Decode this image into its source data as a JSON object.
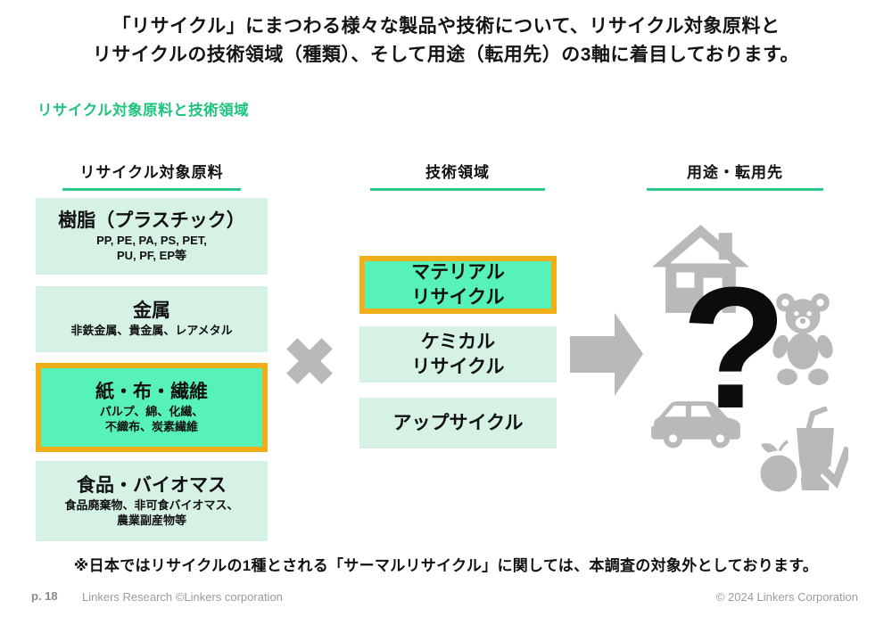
{
  "slide": {
    "title_line1": "「リサイクル」にまつわる様々な製品や技術について、リサイクル対象原料と",
    "title_line2": "リサイクルの技術領域（種類）、そして用途（転用先）の3軸に着目しております。",
    "section_heading": "リサイクル対象原料と技術領域",
    "note": "※日本ではリサイクルの1種とされる「サーマルリサイクル」に関しては、本調査の対象外としております。"
  },
  "columns": {
    "materials": {
      "header": "リサイクル対象原料",
      "boxes": [
        {
          "title": "樹脂（プラスチック）",
          "sub_line1": "PP, PE, PA, PS, PET,",
          "sub_line2": "PU, PF, EP等",
          "highlighted": false
        },
        {
          "title": "金属",
          "sub_line1": "非鉄金属、貴金属、レアメタル",
          "sub_line2": "",
          "highlighted": false
        },
        {
          "title": "紙・布・繊維",
          "sub_line1": "パルプ、綿、化繊、",
          "sub_line2": "不織布、炭素繊維",
          "highlighted": true
        },
        {
          "title": "食品・バイオマス",
          "sub_line1": "食品廃棄物、非可食バイオマス、",
          "sub_line2": "農業副産物等",
          "highlighted": false
        }
      ]
    },
    "technologies": {
      "header": "技術領域",
      "boxes": [
        {
          "line1": "マテリアル",
          "line2": "リサイクル",
          "highlighted": true
        },
        {
          "line1": "ケミカル",
          "line2": "リサイクル",
          "highlighted": false
        },
        {
          "line1": "アップサイクル",
          "line2": "",
          "highlighted": false
        }
      ]
    },
    "applications": {
      "header": "用途・転用先",
      "question_mark": "?",
      "icons": [
        "house-icon",
        "teddy-bear-icon",
        "car-icon",
        "food-waste-icon"
      ]
    }
  },
  "operators": {
    "multiply_icon": "cross-icon",
    "result_icon": "right-arrow-icon"
  },
  "footer": {
    "page_label": "p. 18",
    "credit_left": "Linkers Research ©Linkers corporation",
    "credit_right": "© 2024 Linkers Corporation"
  },
  "colors": {
    "accent_green": "#1ec47d",
    "underline_green": "#2dc98c",
    "box_light_green": "#d6f2e4",
    "box_highlight_green": "#57f2b7",
    "highlight_border_orange": "#f2ae19",
    "icon_gray": "#b9b9b9",
    "text_dark": "#111111",
    "footer_gray": "#989898"
  }
}
